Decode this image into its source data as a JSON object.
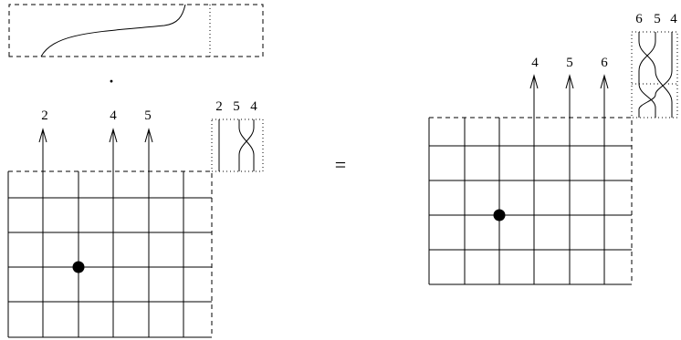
{
  "left": {
    "arrow_labels": [
      "2",
      "4",
      "5"
    ],
    "permutation_labels": [
      "2",
      "5",
      "4"
    ],
    "product_dot": "·"
  },
  "equals_sign": "=",
  "right": {
    "arrow_labels": [
      "4",
      "5",
      "6"
    ],
    "permutation_labels": [
      "6",
      "5",
      "4"
    ]
  }
}
